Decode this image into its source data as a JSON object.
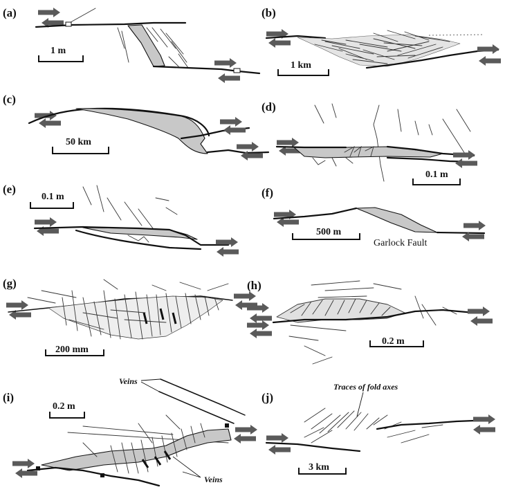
{
  "panels": [
    {
      "id": "a",
      "label": "(a)",
      "scale": "1 m"
    },
    {
      "id": "b",
      "label": "(b)",
      "scale": "1 km"
    },
    {
      "id": "c",
      "label": "(c)",
      "scale": "50 km"
    },
    {
      "id": "d",
      "label": "(d)",
      "scale": "0.1 m"
    },
    {
      "id": "e",
      "label": "(e)",
      "scale": "0.1 m"
    },
    {
      "id": "f",
      "label": "(f)",
      "scale": "500 m",
      "annotation": "Garlock Fault"
    },
    {
      "id": "g",
      "label": "(g)",
      "scale": "200 mm"
    },
    {
      "id": "h",
      "label": "(h)",
      "scale": "0.2 m"
    },
    {
      "id": "i",
      "label": "(i)",
      "scale": "0.2 m",
      "annotations": [
        "Veins",
        "Veins"
      ]
    },
    {
      "id": "j",
      "label": "(j)",
      "scale": "3 km",
      "annotation": "Traces of fold axes"
    }
  ]
}
